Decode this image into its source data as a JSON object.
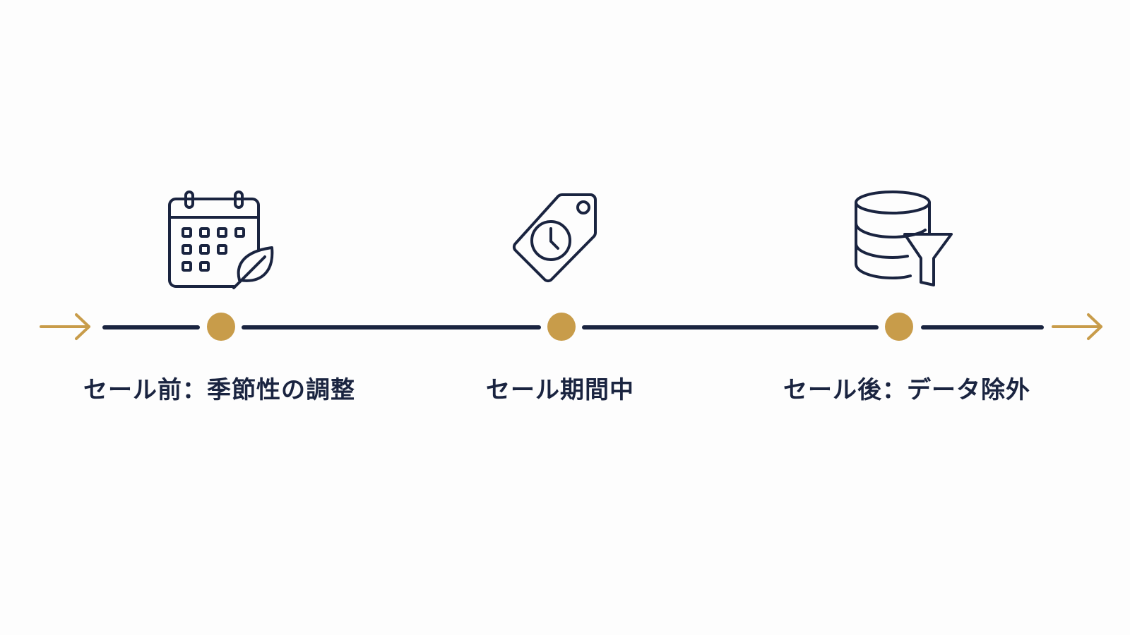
{
  "colors": {
    "navy": "#1a2440",
    "gold": "#c89c4a",
    "background": "#fdfdfd"
  },
  "milestones": [
    {
      "icon": "calendar-leaf-icon",
      "label": "セール前：季節性の調整"
    },
    {
      "icon": "price-tag-clock-icon",
      "label": "セール期間中"
    },
    {
      "icon": "database-filter-icon",
      "label": "セール後：データ除外"
    }
  ]
}
